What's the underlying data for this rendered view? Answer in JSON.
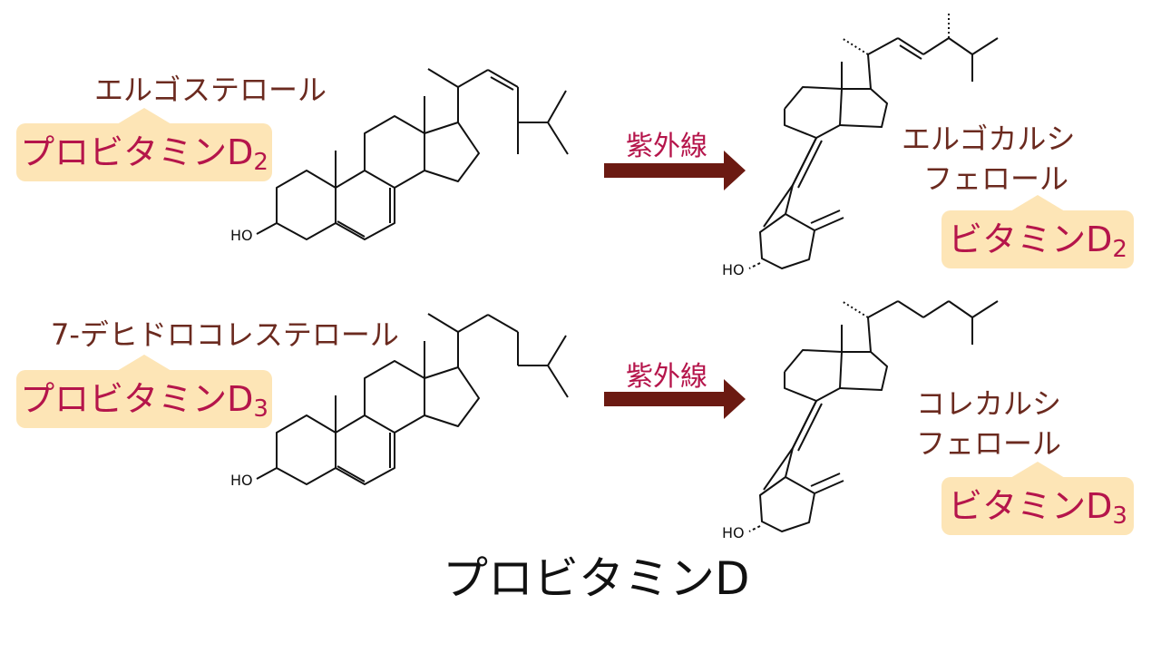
{
  "title": "プロビタミンD",
  "rows": [
    {
      "precursor_name": "エルゴステロール",
      "precursor_badge": "プロビタミンD",
      "precursor_sub": "2",
      "arrow_label": "紫外線",
      "product_name_line1": "エルゴカルシ",
      "product_name_line2": "フェロール",
      "product_badge": "ビタミンD",
      "product_sub": "2"
    },
    {
      "precursor_name": "7-デヒドロコレステロール",
      "precursor_badge": "プロビタミンD",
      "precursor_sub": "3",
      "arrow_label": "紫外線",
      "product_name_line1": "コレカルシ",
      "product_name_line2": "フェロール",
      "product_badge": "ビタミンD",
      "product_sub": "3"
    }
  ],
  "structure_labels": {
    "hydroxyl": "HO"
  },
  "colors": {
    "name_text": "#6b2a1f",
    "badge_bg": "#fde5b6",
    "badge_text": "#b5154b",
    "arrow": "#6b1a12"
  }
}
